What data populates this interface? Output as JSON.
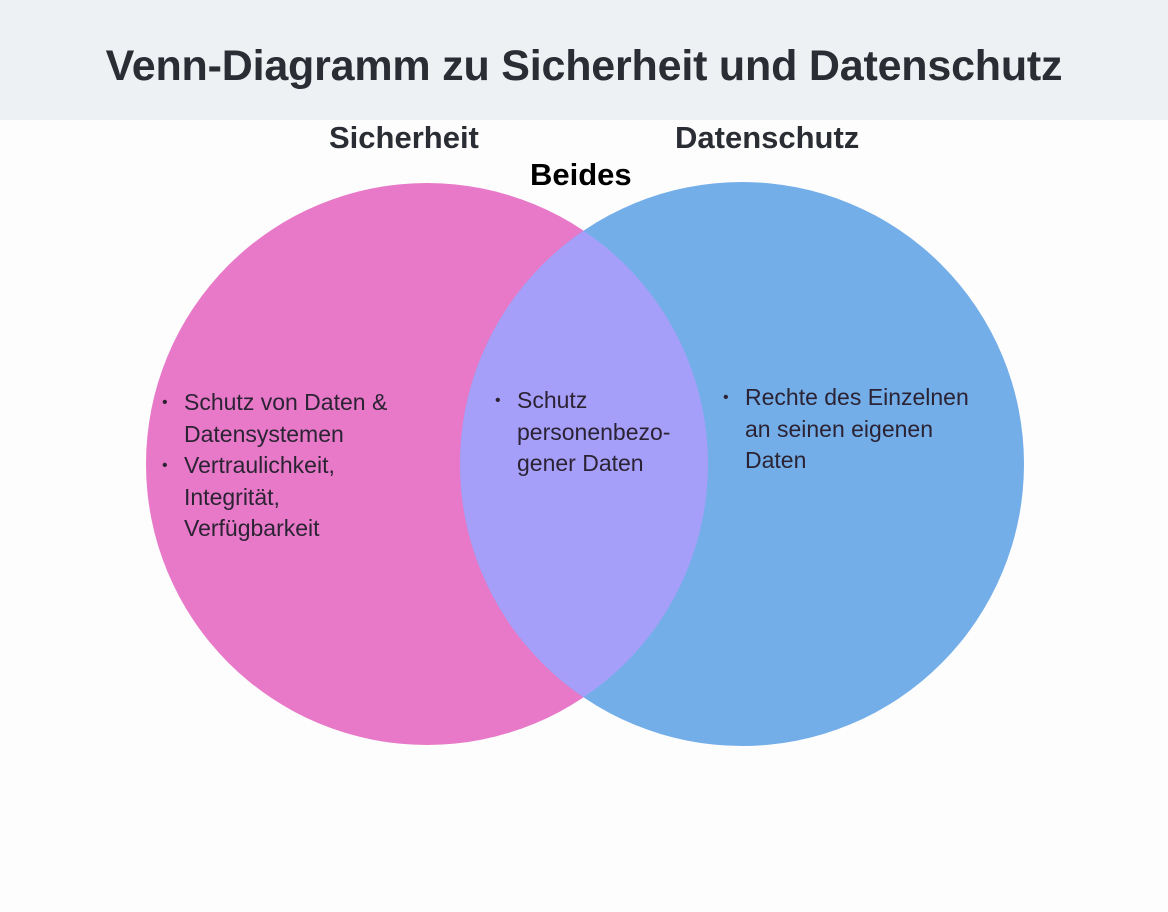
{
  "title": "Venn-Diagramm zu Sicherheit und Datenschutz",
  "sets": {
    "left": {
      "label": "Sicherheit",
      "color": "#e879c8",
      "items": [
        {
          "line1": "Schutz von Daten &",
          "line2": "Datensystemen",
          "line3": ""
        },
        {
          "line1": "Vertraulichkeit,",
          "line2": "Integrität,",
          "line3": "Verfügbarkeit"
        }
      ]
    },
    "intersection": {
      "label": "Beides",
      "color": "#a59ffa",
      "items": [
        {
          "line1": "Schutz",
          "line2": "personenbezo-",
          "line3": "gener Daten"
        }
      ]
    },
    "right": {
      "label": "Datenschutz",
      "color": "#73aee9",
      "items": [
        {
          "line1": "Rechte des Einzelnen",
          "line2": "an seinen eigenen",
          "line3": "Daten"
        }
      ]
    }
  },
  "bullet_glyph": "•",
  "colors": {
    "header_bg": "#eef1f4",
    "title_text": "#2a2d33",
    "body_text": "#2b2333"
  }
}
